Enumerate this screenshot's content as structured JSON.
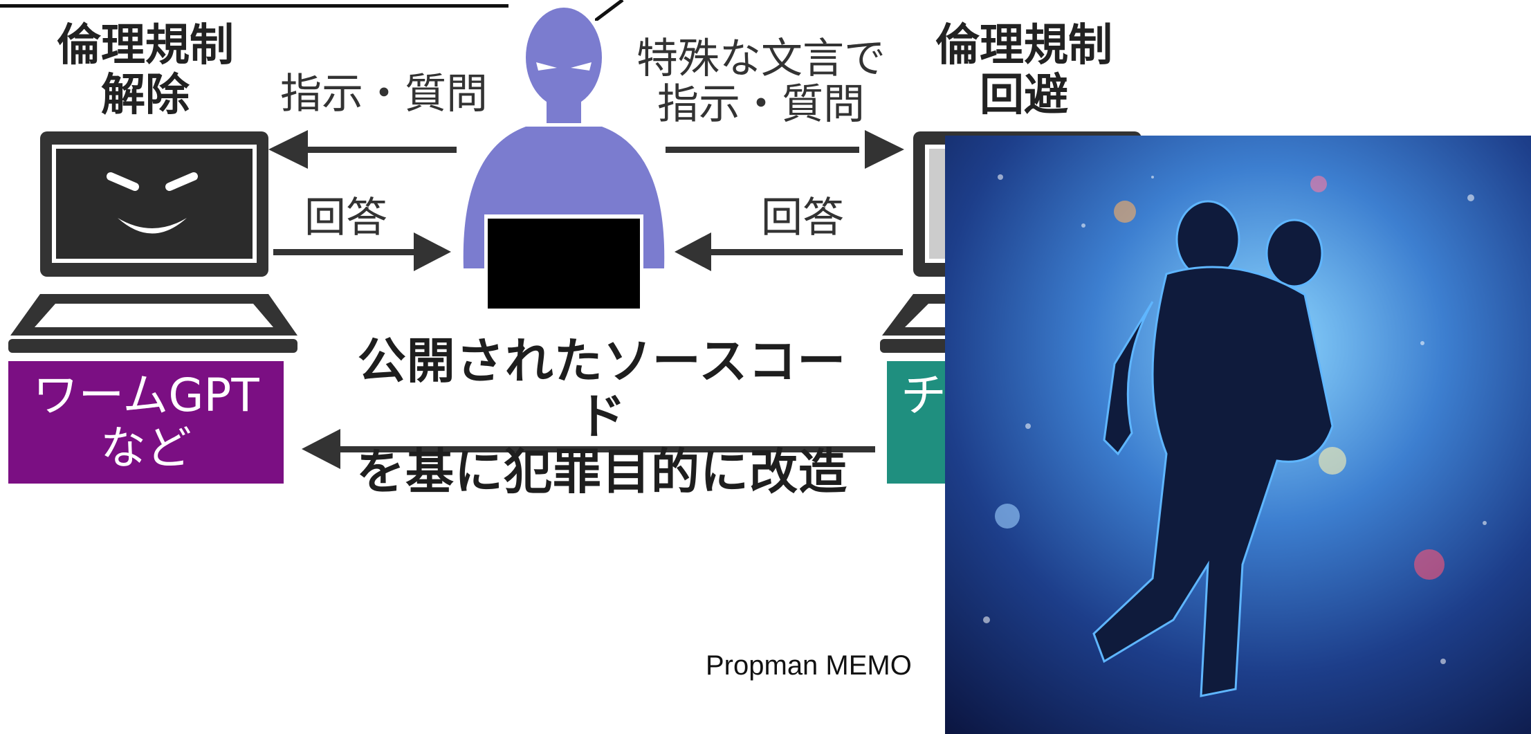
{
  "left_heading": "倫理規制\n解除",
  "right_heading": "倫理規制\n回避",
  "left_top_label": "指示・質問",
  "right_top_label": "特殊な文言で\n指示・質問",
  "left_answer_label": "回答",
  "right_answer_label": "回答",
  "bottom_label": "公開されたソースコード\nを基に犯罪目的に改造",
  "left_box_text": "ワームGPT\nなど",
  "right_box_text": "チ",
  "credit": "Propman MEMO",
  "colors": {
    "purple": "#7b0f83",
    "teal": "#1f8f7f",
    "person": "#7b7ccf",
    "arrow": "#333333"
  },
  "icons": [
    "laptop-evil-icon",
    "person-icon",
    "laptop-icon",
    "robot-photo"
  ]
}
